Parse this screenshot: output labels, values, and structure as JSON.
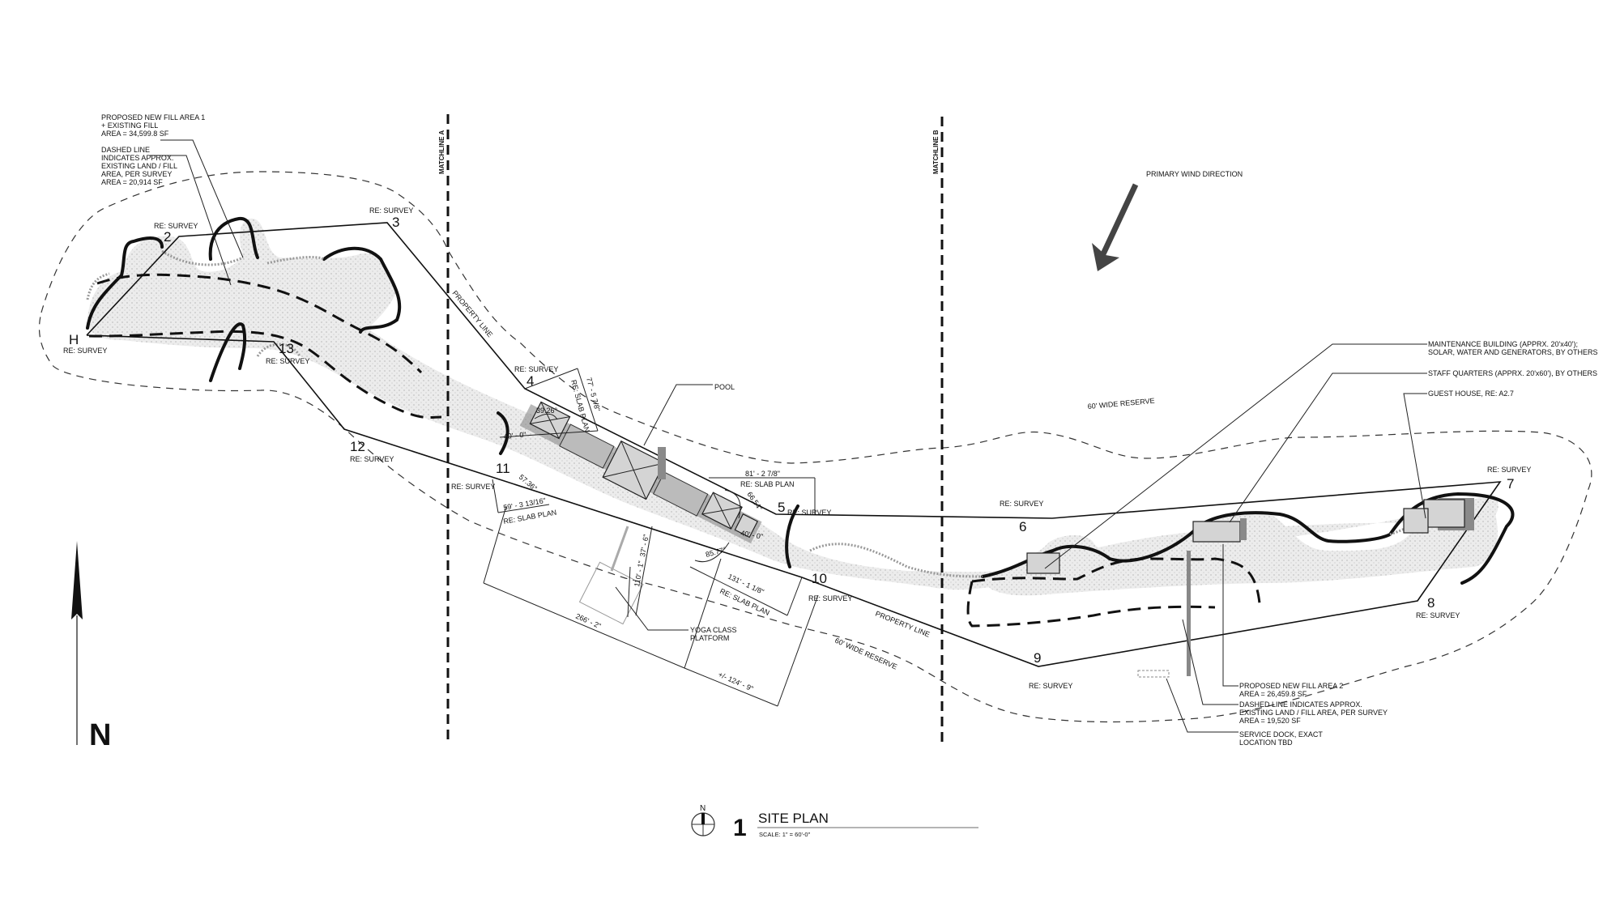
{
  "notes": {
    "fill_area_1": [
      "PROPOSED NEW FILL AREA 1",
      "+ EXISTING FILL",
      "AREA = 34,599.8 SF"
    ],
    "dashed_line_1": [
      "DASHED LINE",
      "INDICATES APPROX.",
      "EXISTING LAND / FILL",
      "AREA, PER SURVEY",
      "AREA = 20,914 SF"
    ],
    "maintenance": [
      "MAINTENANCE BUILDING (APPRX. 20'x40');",
      "SOLAR, WATER AND GENERATORS, BY OTHERS"
    ],
    "staff": "STAFF QUARTERS (APPRX. 20'x60'), BY OTHERS",
    "guest": "GUEST HOUSE, RE: A2.7",
    "fill_area_2": [
      "PROPOSED NEW FILL AREA 2",
      "AREA = 26,459.8 SF"
    ],
    "dashed_line_2": [
      "DASHED LINE INDICATES APPROX.",
      "EXISTING LAND / FILL AREA, PER SURVEY",
      "AREA = 19,520 SF"
    ],
    "service_dock": [
      "SERVICE DOCK, EXACT",
      "LOCATION TBD"
    ],
    "pool": "POOL",
    "yoga": [
      "YOGA CLASS",
      "PLATFORM"
    ],
    "wind": "PRIMARY WIND DIRECTION",
    "property_line": "PROPERTY LINE",
    "reserve": "60' WIDE RESERVE"
  },
  "matchlines": {
    "a": "MATCHLINE A",
    "b": "MATCHLINE B"
  },
  "survey": {
    "ref": "RE: SURVEY",
    "points": [
      "H",
      "2",
      "3",
      "4",
      "5",
      "6",
      "7",
      "8",
      "9",
      "10",
      "11",
      "12",
      "13"
    ]
  },
  "dimensions": {
    "d77": "77' - 5 7/8\"",
    "slab": "RE: SLAB PLAN",
    "a39": "39.26°",
    "d40a": "40' - 0\"",
    "a57": "57.36°",
    "d59": "59' - 3 13/16\"",
    "d81": "81' - 2 7/8\"",
    "a66": "66.54°",
    "d40b": "40' - 0\"",
    "a85": "85.77°",
    "d37": "37' - 6\"",
    "d110": "110' - 1\"",
    "d131": "131' - 1 1/8\"",
    "d266": "266' - 2\"",
    "d124": "+/- 124' - 9\""
  },
  "north": "N",
  "title_block": {
    "north": "N",
    "number": "1",
    "title": "SITE PLAN",
    "scale": "SCALE:   1\" = 60'-0\""
  }
}
